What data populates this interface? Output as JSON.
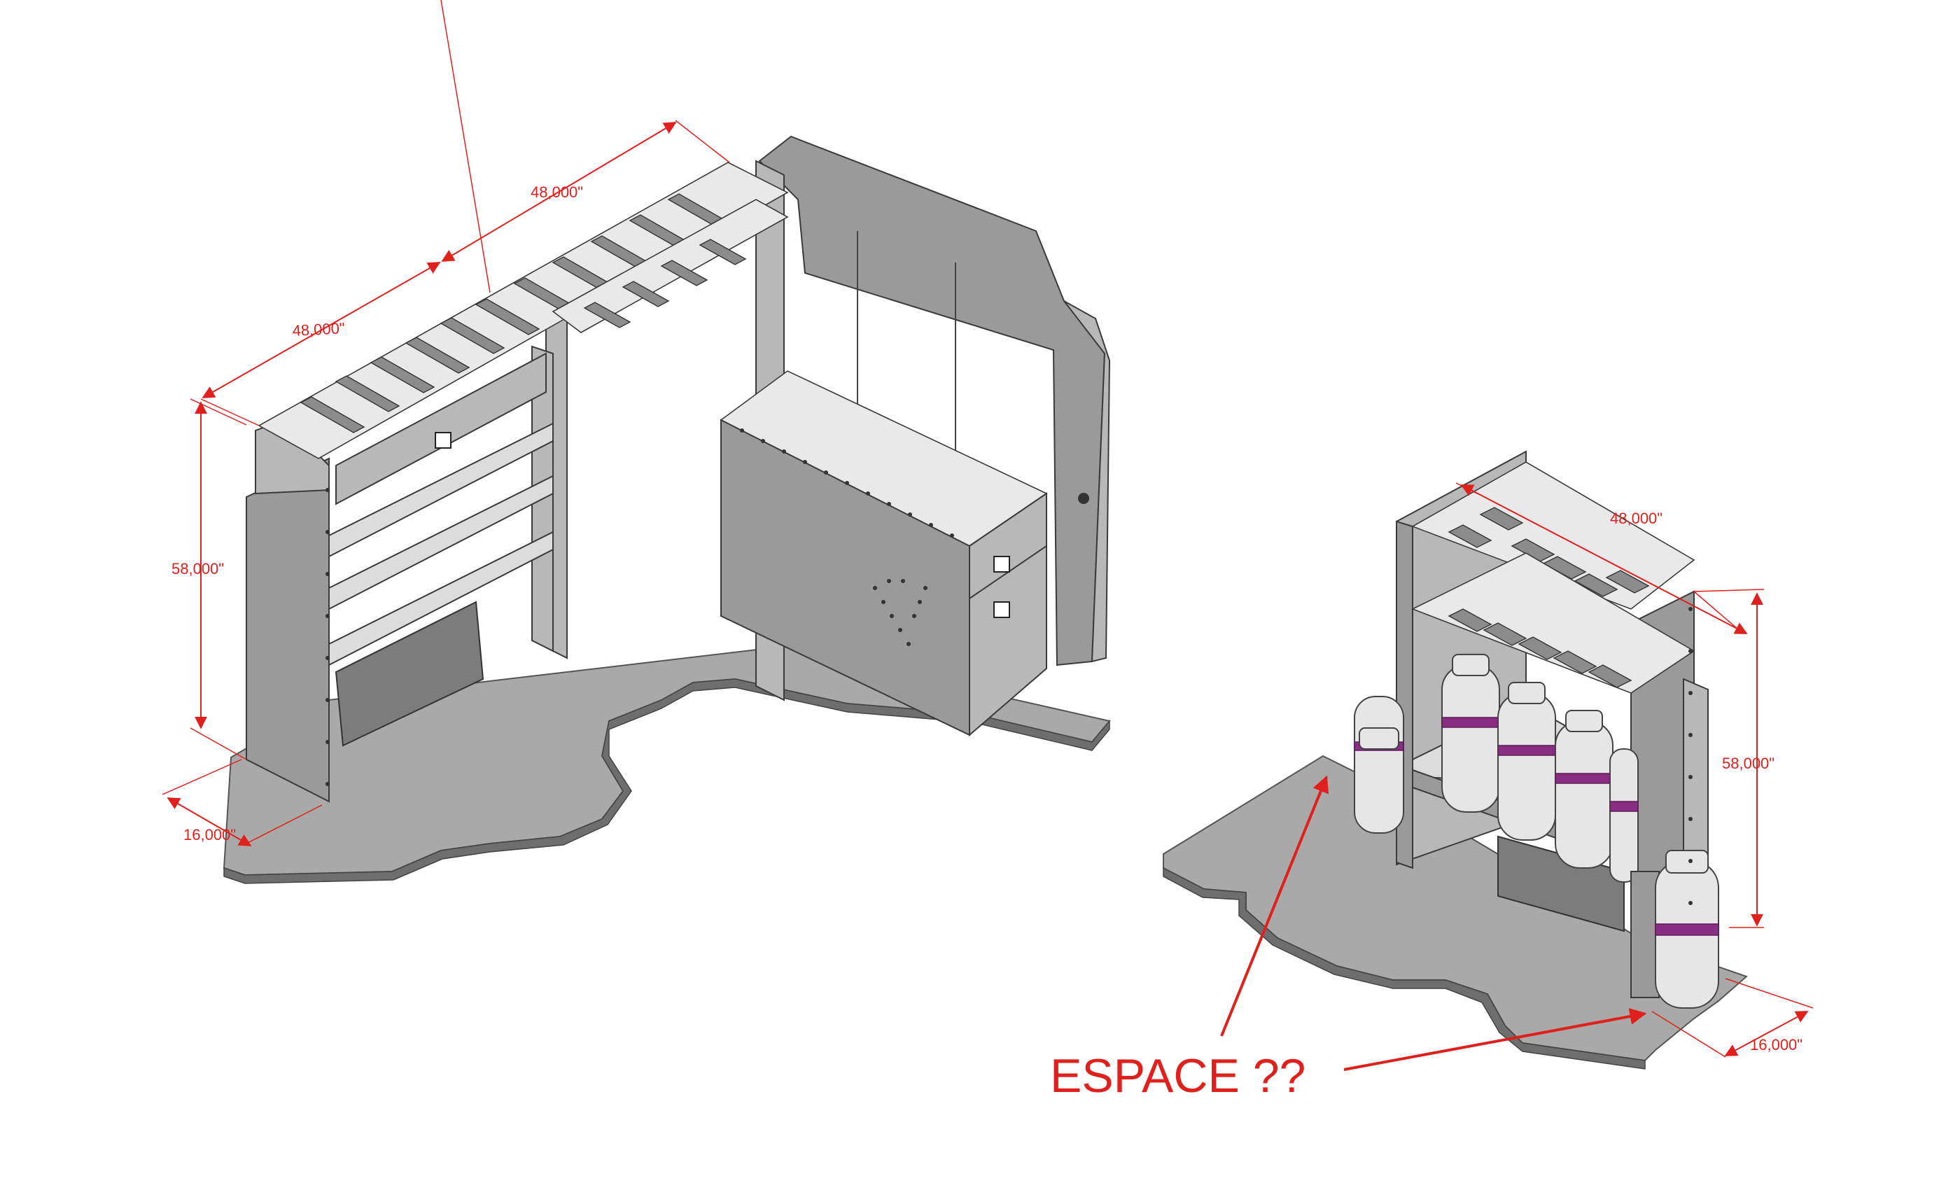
{
  "diagram": {
    "left_assembly": {
      "dimensions": {
        "top_left_width": "48,000\"",
        "top_right_width": "48,000\"",
        "height": "58,000\"",
        "depth": "16,000\""
      }
    },
    "right_assembly": {
      "dimensions": {
        "width": "48,000\"",
        "height": "58,000\"",
        "depth": "16,000\""
      }
    },
    "callout": {
      "text": "ESPACE ??"
    },
    "colors": {
      "annotation": "#e0201c",
      "steel": "#9a9a9a",
      "tank_band": "#8a2e83"
    }
  }
}
